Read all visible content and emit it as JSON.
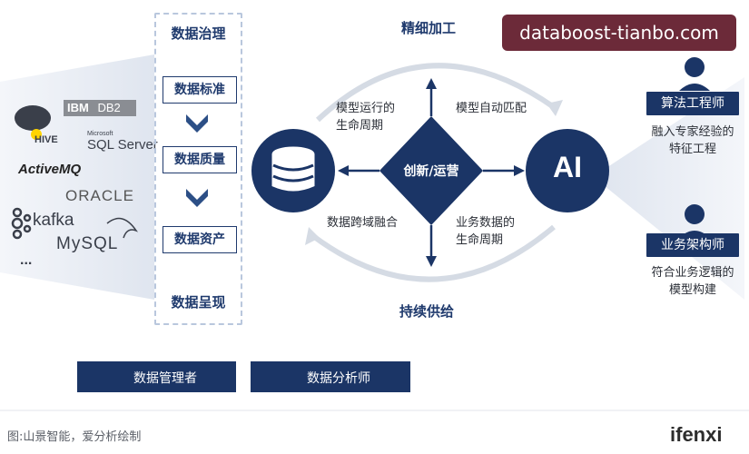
{
  "sources": {
    "ibm": "IBM",
    "db2": "DB2",
    "hive": "HIVE",
    "microsoft": "Microsoft",
    "sqlserver": "SQL Server",
    "activemq": "ActiveMQ",
    "oracle": "ORACLE",
    "kafka": "kafka",
    "mysql": "MySQL",
    "ellipsis": "..."
  },
  "governance": {
    "title": "数据治理",
    "stages": [
      "数据标准",
      "数据质量",
      "数据资产"
    ],
    "bottom": "数据呈现"
  },
  "cycle": {
    "top": "精细加工",
    "bottom": "持续供给",
    "center": "创新/运营",
    "tl": [
      "模型运行的",
      "生命周期"
    ],
    "tr": "模型自动匹配",
    "bl": "数据跨域融合",
    "br": [
      "业务数据的",
      "生命周期"
    ],
    "ai": "AI"
  },
  "roles": [
    {
      "label": "算法工程师",
      "desc": [
        "融入专家经验的",
        "特征工程"
      ]
    },
    {
      "label": "业务架构师",
      "desc": [
        "符合业务逻辑的",
        "模型构建"
      ]
    }
  ],
  "bottom_roles": [
    "数据管理者",
    "数据分析师"
  ],
  "footer": {
    "caption": "图:山景智能，爱分析绘制",
    "brand": "ifenxi"
  },
  "watermark": "databoost-tianbo.com",
  "colors": {
    "navy": "#1b3566",
    "accent": "#1f3a6d"
  }
}
